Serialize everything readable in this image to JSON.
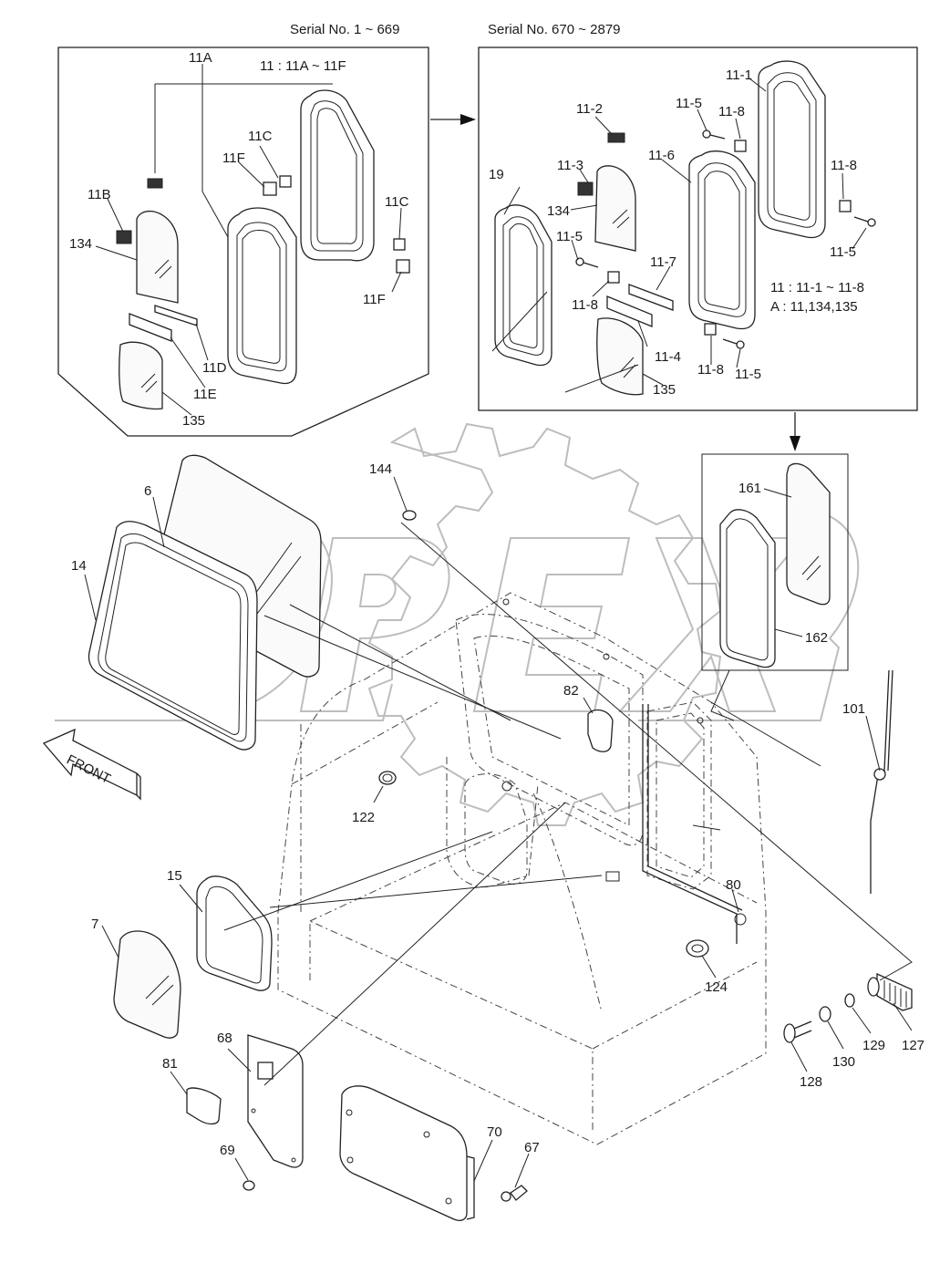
{
  "headers": {
    "left_serial": "Serial No. 1 ~ 669",
    "right_serial": "Serial No. 670 ~ 2879"
  },
  "notes": {
    "left_group": "11 : 11A ~ 11F",
    "right_group": "11 : 11-1 ~ 11-8",
    "right_group_a": "A : 11,134,135"
  },
  "front_label": "FRONT",
  "watermark": "OPEX",
  "part_labels": {
    "p11A": "11A",
    "p11B": "11B",
    "p11C_a": "11C",
    "p11C_b": "11C",
    "p11F_a": "11F",
    "p11F_b": "11F",
    "p11D": "11D",
    "p11E": "11E",
    "p134_left": "134",
    "p135_left": "135",
    "p11_1": "11-1",
    "p11_2": "11-2",
    "p11_3": "11-3",
    "p11_5_a": "11-5",
    "p11_5_b": "11-5",
    "p11_5_c": "11-5",
    "p11_5_d": "11-5",
    "p11_6": "11-6",
    "p11_7": "11-7",
    "p11_4": "11-4",
    "p11_8_a": "11-8",
    "p11_8_b": "11-8",
    "p11_8_c": "11-8",
    "p11_8_d": "11-8",
    "p19": "19",
    "p134_right": "134",
    "p135_right": "135",
    "p144": "144",
    "p6": "6",
    "p14": "14",
    "p161": "161",
    "p162": "162",
    "p82": "82",
    "p101": "101",
    "p122": "122",
    "p15": "15",
    "p7": "7",
    "p80": "80",
    "p124": "124",
    "p68": "68",
    "p81": "81",
    "p69": "69",
    "p70": "70",
    "p67": "67",
    "p127": "127",
    "p129": "129",
    "p130": "130",
    "p128": "128"
  }
}
